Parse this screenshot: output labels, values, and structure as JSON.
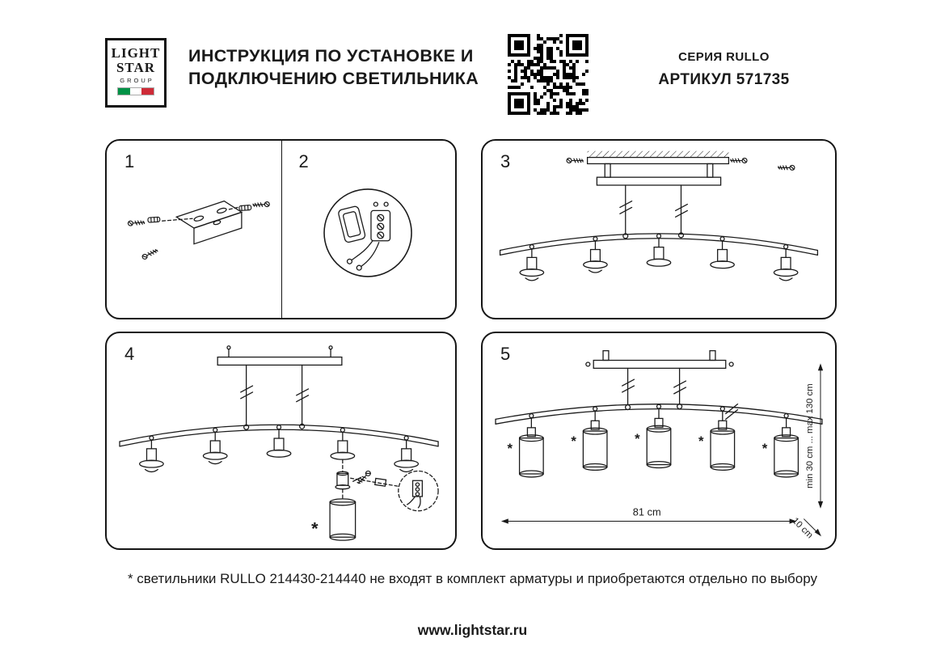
{
  "header": {
    "logo": {
      "line1": "LIGHT",
      "line2": "STAR",
      "line3": "GROUP"
    },
    "title_line1": "ИНСТРУКЦИЯ ПО УСТАНОВКЕ И",
    "title_line2": "ПОДКЛЮЧЕНИЮ СВЕТИЛЬНИКА",
    "series_label": "СЕРИЯ RULLO",
    "article_label": "АРТИКУЛ 571735"
  },
  "steps": [
    {
      "number": "1"
    },
    {
      "number": "2"
    },
    {
      "number": "3"
    },
    {
      "number": "4"
    },
    {
      "number": "5"
    }
  ],
  "marks": {
    "asterisk": "*"
  },
  "dimensions": {
    "width": "81 cm",
    "height_range": "min 30 cm ... max 130 cm",
    "depth": "10 cm"
  },
  "footnote": "* светильники RULLO 214430-214440 не входят в комплект арматуры и приобретаются отдельно по выбору",
  "website": "www.lightstar.ru",
  "colors": {
    "ink": "#1a1a1a",
    "flag_green": "#009246",
    "flag_white": "#ffffff",
    "flag_red": "#CE2B37"
  }
}
